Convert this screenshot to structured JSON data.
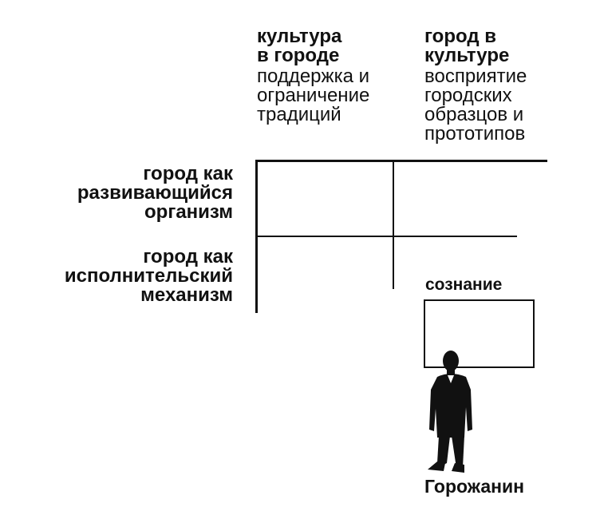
{
  "columns": [
    {
      "title_lines": [
        "культура",
        "в городе"
      ],
      "desc_lines": [
        "поддержка и",
        "ограничение",
        "традиций"
      ]
    },
    {
      "title_lines": [
        "город в",
        "культуре"
      ],
      "desc_lines": [
        "восприятие",
        "городских",
        "образцов и",
        "прототипов"
      ]
    }
  ],
  "rows": [
    {
      "lines": [
        "город как",
        "развивающийся",
        "организм"
      ]
    },
    {
      "lines": [
        "город как",
        "исполнительский",
        "механизм"
      ]
    }
  ],
  "consciousness": {
    "label": "сознание"
  },
  "citizen": {
    "label": "Горожанин",
    "icon": "man-silhouette-icon"
  },
  "colors": {
    "ink": "#111111",
    "background": "#ffffff"
  }
}
